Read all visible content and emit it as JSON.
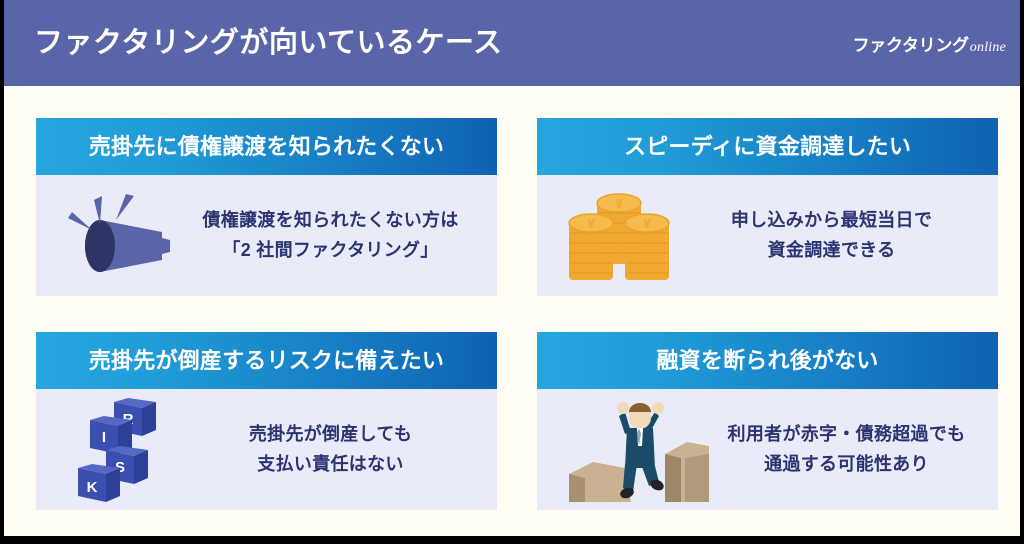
{
  "header": {
    "title": "ファクタリングが向いているケース",
    "logo_main": "ファクタリング",
    "logo_sub": "online",
    "bg_color": "#5a64a8"
  },
  "theme": {
    "page_bg": "#fffdf4",
    "card_bg": "#e9ecf8",
    "card_header_gradient_from": "#26a6de",
    "card_header_gradient_to": "#0f62b2",
    "body_text_color": "#2b3470"
  },
  "cards": [
    {
      "icon": "megaphone-icon",
      "header": "売掛先に債権譲渡を知られたくない",
      "line1": "債権譲渡を知られたくない方は",
      "line2": "「2 社間ファクタリング」"
    },
    {
      "icon": "coin-stacks-icon",
      "header": "スピーディに資金調達したい",
      "line1": "申し込みから最短当日で",
      "line2": "資金調達できる"
    },
    {
      "icon": "risk-blocks-icon",
      "header": "売掛先が倒産するリスクに備えたい",
      "line1": "売掛先が倒産しても",
      "line2": "支払い責任はない"
    },
    {
      "icon": "businessman-jumping-gap-icon",
      "header": "融資を断られ後がない",
      "line1": "利用者が赤字・債務超過でも",
      "line2": "通過する可能性あり"
    }
  ]
}
